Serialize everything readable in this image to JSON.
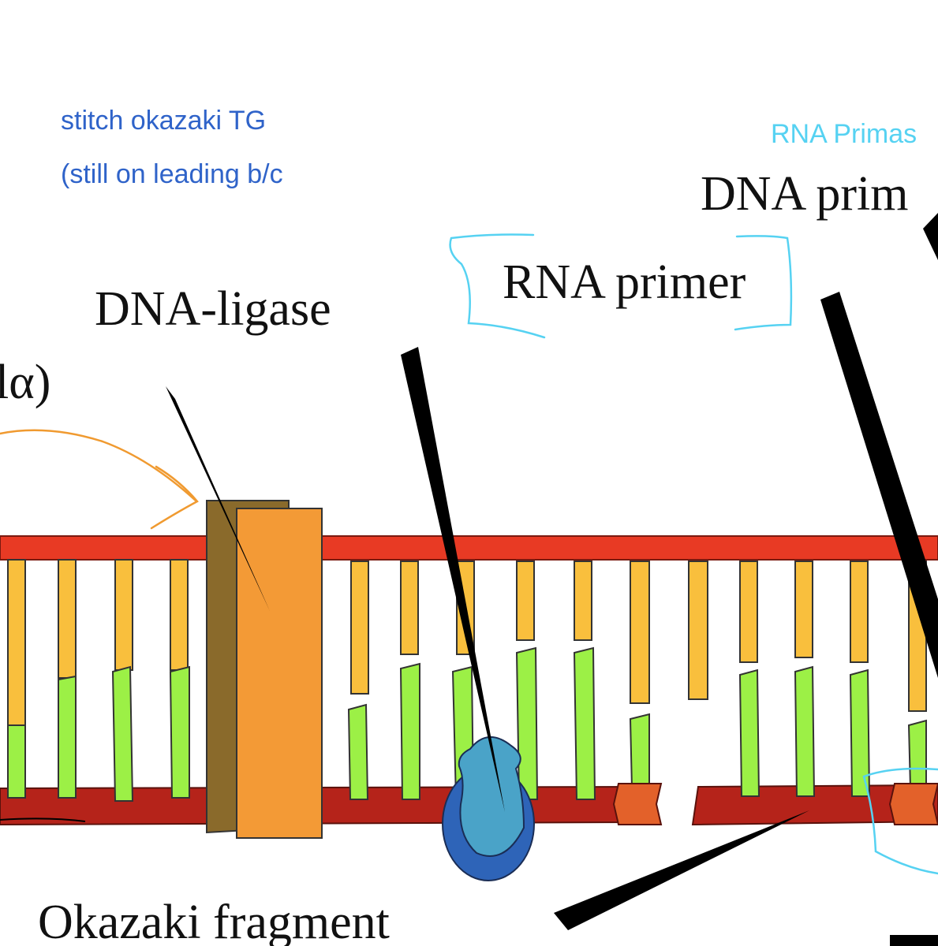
{
  "annotations": {
    "note_line1": "stitch okazaki TG",
    "note_line2": "(still on leading b/c",
    "note_primase": "RNA Primas"
  },
  "labels": {
    "dna_ligase": "DNA-ligase",
    "rna_primer": "RNA primer",
    "dna_primase": "DNA prim",
    "pol_alpha_fragment": "lα)",
    "okazaki_fragment": "Okazaki fragment"
  },
  "colors": {
    "backbone_top": "#e83a24",
    "backbone_bottom": "#b5231a",
    "base_top": "#f9bf3d",
    "base_bottom": "#9cf046",
    "ligase_front": "#f39a36",
    "ligase_back": "#8a6a2b",
    "polymerase_outer": "#2e64b8",
    "polymerase_inner": "#4aa3c8",
    "primer_block": "#e3612a",
    "note_blue": "#2f63c9",
    "note_cyan": "#56d2f2",
    "note_orange": "#f09a30",
    "leader_black": "#000000"
  }
}
